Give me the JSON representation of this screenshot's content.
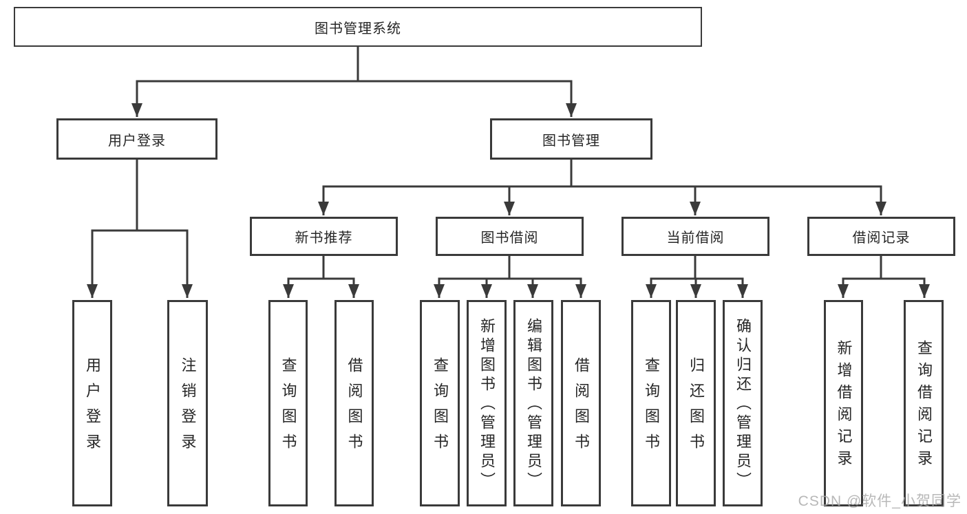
{
  "tree": {
    "root": {
      "label": "图书管理系统"
    },
    "user_login": {
      "label": "用户登录",
      "leaves": [
        {
          "label": "用户登录"
        },
        {
          "label": "注销登录"
        }
      ]
    },
    "book_mgmt": {
      "label": "图书管理",
      "sections": [
        {
          "label": "新书推荐",
          "leaves": [
            {
              "label": "查询图书"
            },
            {
              "label": "借阅图书"
            }
          ]
        },
        {
          "label": "图书借阅",
          "leaves": [
            {
              "label": "查询图书"
            },
            {
              "label": "新增图书（管理员）"
            },
            {
              "label": "编辑图书（管理员）"
            },
            {
              "label": "借阅图书"
            }
          ]
        },
        {
          "label": "当前借阅",
          "leaves": [
            {
              "label": "查询图书"
            },
            {
              "label": "归还图书"
            },
            {
              "label": "确认归还（管理员）"
            }
          ]
        },
        {
          "label": "借阅记录",
          "leaves": [
            {
              "label": "新增借阅记录"
            },
            {
              "label": "查询借阅记录"
            }
          ]
        }
      ]
    }
  },
  "watermark": {
    "text": "CSDN @软件_小贺同学"
  },
  "colors": {
    "line": "#3a3a3a",
    "text": "#262626",
    "background": "#ffffff",
    "watermark": "#acacac"
  }
}
